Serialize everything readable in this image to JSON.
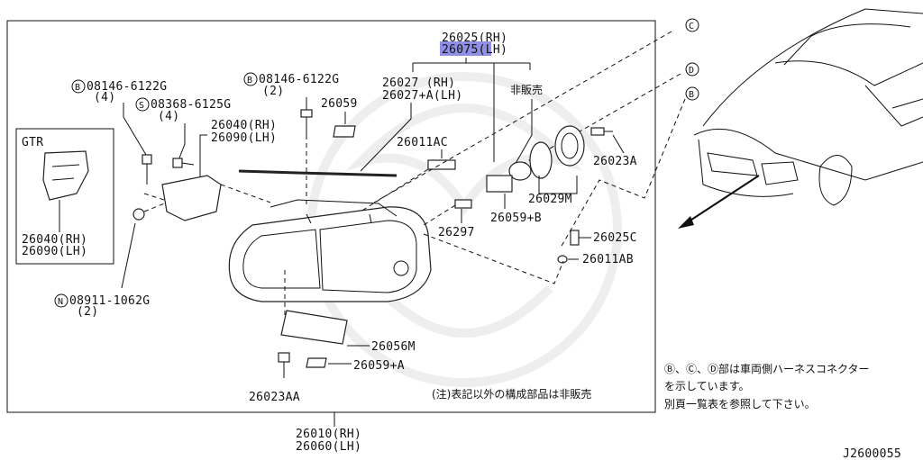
{
  "labels": {
    "p26025": "26025(RH)",
    "p26075": "26075(LH)",
    "p26027rh": "26027  (RH)",
    "p26027lh": "26027+A(LH)",
    "not_sold": "非販売",
    "b08146_a": "08146-6122G",
    "b08146_a_qty": "(4)",
    "s08368": "08368-6125G",
    "s08368_qty": "(4)",
    "b08146_b": "08146-6122G",
    "b08146_b_qty": "(2)",
    "p26059": "26059",
    "p26040_rh": "26040(RH)",
    "p26090_lh": "26090(LH)",
    "p26011ac": "26011AC",
    "p26023a": "26023A",
    "p26029m": "26029M",
    "p26059b": "26059+B",
    "p26297": "26297",
    "p26025c": "26025C",
    "p26011ab": "26011AB",
    "gtr": "GTR",
    "gtr_26040": "26040(RH)",
    "gtr_26090": "26090(LH)",
    "n08911": "08911-1062G",
    "n08911_qty": "(2)",
    "p26056m": "26056M",
    "p26059a": "26059+A",
    "p26023aa": "26023AA",
    "p26010": "26010(RH)",
    "p26060": "26060(LH)",
    "footnote": "(注)表記以外の構成部品は非販売",
    "note_line1": "Ⓑ、Ⓒ、Ⓓ部は車両側ハーネスコネクター",
    "note_line2": "を示しています。",
    "note_line3": "別頁一覧表を参照して下さい。",
    "diagram_id": "J2600055"
  },
  "markers": {
    "b": "B",
    "c": "C",
    "d": "D",
    "s": "S",
    "n": "N"
  },
  "colors": {
    "highlight": "#8f8fe6"
  }
}
